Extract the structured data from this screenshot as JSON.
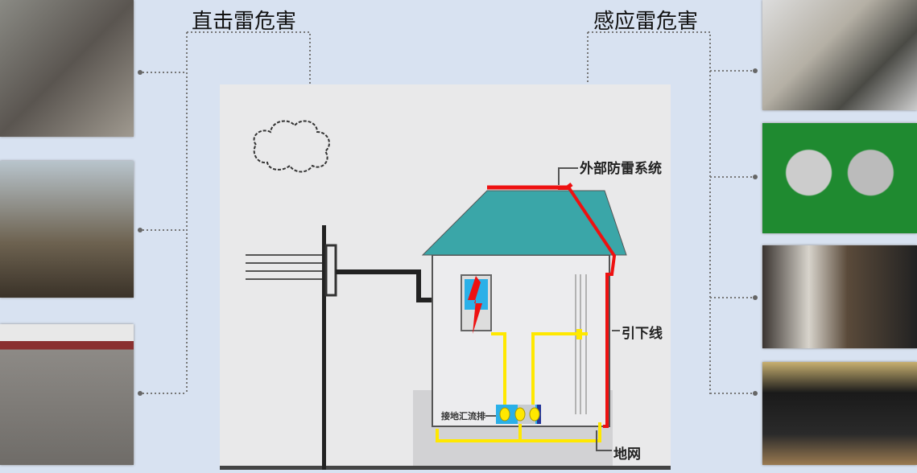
{
  "titles": {
    "direct": "直击雷危害",
    "induced": "感应雷危害"
  },
  "diagram": {
    "external_system": "外部防雷系统",
    "down_conductor": "引下线",
    "ground_grid": "地网",
    "busbar": "接地汇流排"
  },
  "colors": {
    "roof": "#3aa6a8",
    "conductor": "#ee1111",
    "bonding": "#ffee00",
    "background": "#d8e2f1"
  }
}
